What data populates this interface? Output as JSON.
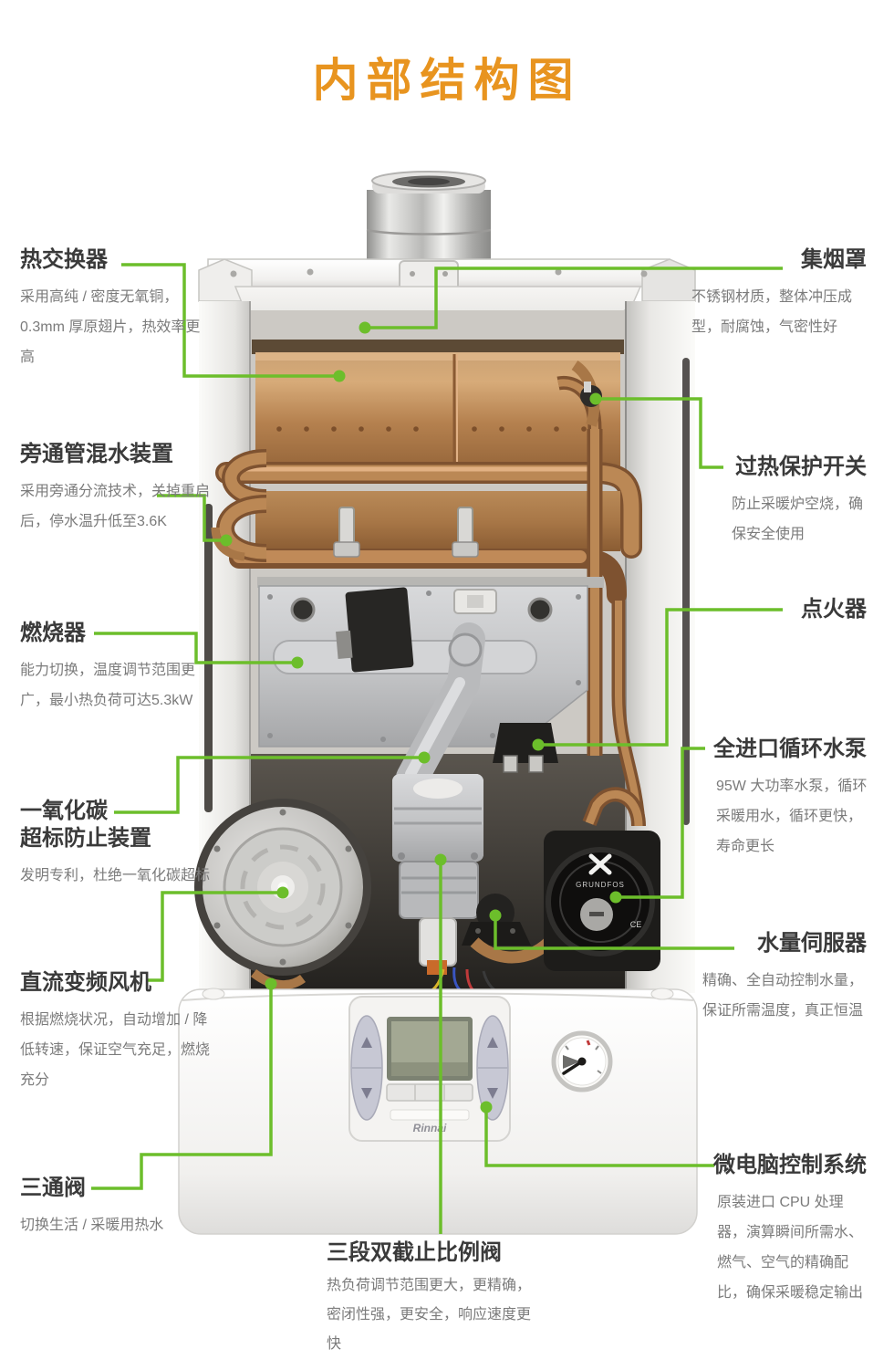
{
  "page": {
    "title": "内部结构图"
  },
  "brand": {
    "control_logo": "Rinnai",
    "pump_brand": "GRUNDFOS",
    "pump_ce": "CE"
  },
  "labels": {
    "heat_exchanger": {
      "title": "热交换器",
      "desc": "采用高纯 / 密度无氧铜，0.3mm 厚原翅片，热效率更高"
    },
    "bypass_mixer": {
      "title": "旁通管混水装置",
      "desc": "采用旁通分流技术，关掉重启后，停水温升低至3.6K"
    },
    "burner": {
      "title": "燃烧器",
      "desc": "能力切换，温度调节范围更广，最小热负荷可达5.3kW"
    },
    "co_prevention": {
      "title_lines": [
        "一氧化碳",
        "超标防止装置"
      ],
      "desc": "发明专利，杜绝一氧化碳超标"
    },
    "dc_fan": {
      "title": "直流变频风机",
      "desc": "根据燃烧状况，自动增加 / 降低转速，保证空气充足，燃烧充分"
    },
    "three_way_valve": {
      "title": "三通阀",
      "desc": "切换生活 / 采暖用热水"
    },
    "proportional_valve": {
      "title": "三段双截止比例阀",
      "desc": "热负荷调节范围更大，更精确，密闭性强，更安全，响应速度更快"
    },
    "smoke_hood": {
      "title": "集烟罩",
      "desc": "不锈钢材质，整体冲压成型，耐腐蚀，气密性好"
    },
    "overheat_switch": {
      "title": "过热保护开关",
      "desc": "防止采暖炉空烧，确保安全使用"
    },
    "igniter": {
      "title": "点火器"
    },
    "circulation_pump": {
      "title": "全进口循环水泵",
      "desc": "95W 大功率水泵，循环采暖用水，循环更快，寿命更长"
    },
    "water_servo": {
      "title": "水量伺服器",
      "desc": "精确、全自动控制水量，保证所需温度，真正恒温"
    },
    "mcu_control": {
      "title": "微电脑控制系统",
      "desc": "原装进口 CPU 处理器，演算瞬间所需水、燃气、空气的精确配比，确保采暖稳定输出"
    }
  },
  "colors": {
    "callout_green": "#6CBE2B",
    "title_orange": "#E8941F"
  }
}
